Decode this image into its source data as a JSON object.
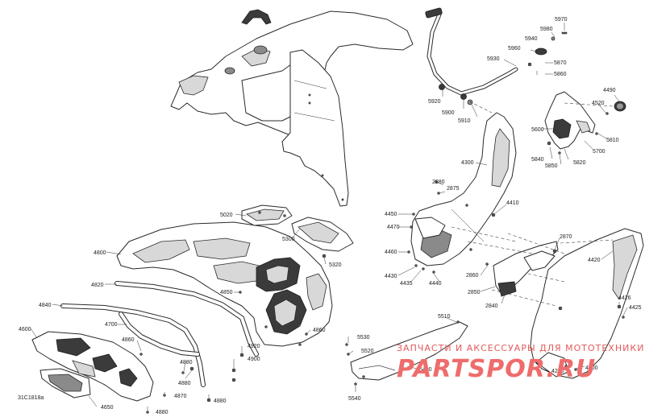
{
  "diagram": {
    "reference_code": "31C1818a",
    "watermark": {
      "caption": "ЗАПЧАСТИ И АКСЕССУАРЫ ДЛЯ МОТОТЕХНИКИ",
      "brand": "PARTSPOR.RU"
    },
    "part_numbers": {
      "p5970": "5970",
      "p5980": "5980",
      "p5940": "5940",
      "p5960": "5960",
      "p5930": "5930",
      "p5870": "5870",
      "p5860": "5860",
      "p5920": "5920",
      "p5900": "5900",
      "p5910": "5910",
      "p4490": "4490",
      "p4520": "4520",
      "p5600": "5600",
      "p5810": "5810",
      "p5700": "5700",
      "p5840": "5840",
      "p5850": "5850",
      "p5820": "5820",
      "p4300": "4300",
      "p2880": "2880",
      "p2875": "2875",
      "p4410": "4410",
      "p4450": "4450",
      "p4470": "4470",
      "p4460": "4460",
      "p4430": "4430",
      "p4435": "4435",
      "p4440": "4440",
      "p2870": "2870",
      "p2860": "2860",
      "p2850": "2850",
      "p2840": "2840",
      "p4420": "4420",
      "p4426": "4426",
      "p4425": "4425",
      "p4220": "4220",
      "p4100": "4100",
      "p5020": "5020",
      "p5300": "5300",
      "p4800": "4800",
      "p5320": "5320",
      "p4820": "4820",
      "p4850": "4850",
      "p4840": "4840",
      "p4700": "4700",
      "p4860a": "4860",
      "p4860b": "4860",
      "p4600": "4600",
      "p4880a": "4880",
      "p4880b": "4880",
      "p4880c": "4880",
      "p4920": "4920",
      "p4900": "4900",
      "p4870": "4870",
      "p4650": "4650",
      "p5510": "5510",
      "p5530": "5530",
      "p5520": "5520",
      "p5400": "5400",
      "p5540": "5540"
    }
  }
}
